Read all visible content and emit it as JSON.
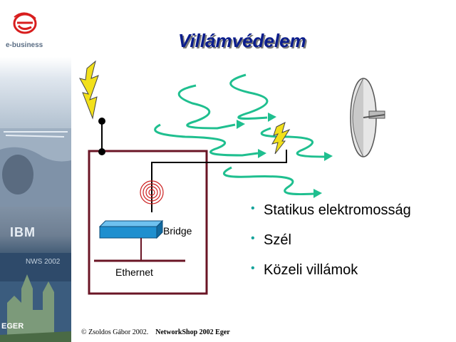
{
  "slide": {
    "title": "Villámvédelem",
    "bullets": [
      "Statikus elektromosság",
      "Szél",
      "Közeli villámok"
    ],
    "labels": {
      "bridge": "Bridge",
      "ethernet": "Ethernet"
    },
    "footer": {
      "copyright": "© Zsoldos Gábor 2002.",
      "event": "NetworkShop 2002 Eger"
    }
  },
  "sidebar": {
    "brand_text": "e-business",
    "company": "IBM",
    "event_badge": "NWS 2002",
    "city": "EGER"
  },
  "colors": {
    "title": "#0b1d8c",
    "wave": "#1fbf8f",
    "frame": "#6a1525",
    "lightning": "#f2e01a",
    "bridge": "#1e8fcf"
  },
  "icons": [
    "e-business-logo",
    "lightning-bolt-icon",
    "satellite-dish-icon",
    "antenna-signal-icon",
    "bridge-device-icon"
  ]
}
